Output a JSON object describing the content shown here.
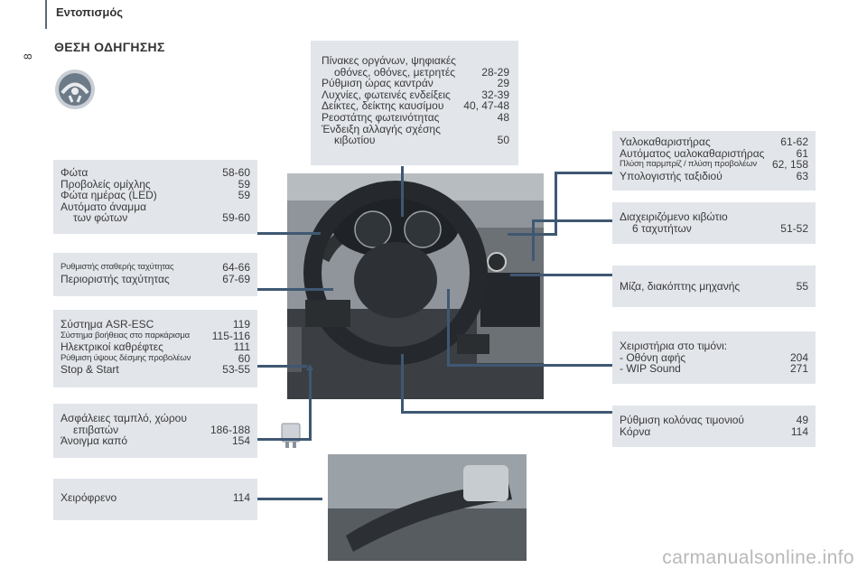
{
  "header": {
    "chapter": "Εντοπισμός",
    "page_number": "8"
  },
  "section_title": "ΘΕΣΗ ΟΔΗΓΗΣΗΣ",
  "boxes": {
    "instruments": {
      "rows": [
        {
          "label": "Πίνακες οργάνων, ψηφιακές",
          "page": ""
        },
        {
          "label": "οθόνες, οθόνες, μετρητές",
          "page": "28-29"
        },
        {
          "label": "Ρύθμιση ώρας καντράν",
          "page": "29"
        },
        {
          "label": "Λυχνίες, φωτεινές ενδείξεις",
          "page": "32-39"
        },
        {
          "label": "Δείκτες, δείκτης καυσίμου",
          "page": "40, 47-48"
        },
        {
          "label": "Ρεοστάτης φωτεινότητας",
          "page": "48"
        },
        {
          "label": "Ένδειξη αλλαγής σχέσης",
          "page": ""
        },
        {
          "label": "κιβωτίου",
          "page": "50"
        }
      ]
    },
    "lights": {
      "rows": [
        {
          "label": "Φώτα",
          "page": "58-60"
        },
        {
          "label": "Προβολείς ομίχλης",
          "page": "59"
        },
        {
          "label": "Φώτα ημέρας (LED)",
          "page": "59"
        },
        {
          "label": "Αυτόματο άναμμα",
          "page": ""
        },
        {
          "label": "των φώτων",
          "page": "59-60"
        }
      ]
    },
    "speed": {
      "rows": [
        {
          "label": "Ρυθμιστής σταθερής ταχύτητας",
          "page": "64-66"
        },
        {
          "label": "Περιοριστής ταχύτητας",
          "page": "67-69"
        }
      ]
    },
    "asr": {
      "rows": [
        {
          "label": "Σύστημα ASR-ESC",
          "page": "119"
        },
        {
          "label": "Σύστημα βοήθειας στο παρκάρισμα",
          "page": "115-116"
        },
        {
          "label": "Ηλεκτρικοί καθρέφτες",
          "page": "111"
        },
        {
          "label": "Ρύθμιση ύψους δέσμης προβολέων",
          "page": "60"
        },
        {
          "label": "Stop & Start",
          "page": "53-55"
        }
      ]
    },
    "fuses": {
      "rows": [
        {
          "label": "Ασφάλειες ταμπλό, χώρου",
          "page": ""
        },
        {
          "label": "επιβατών",
          "page": "186-188"
        },
        {
          "label": "Άνοιγμα καπό",
          "page": "154"
        }
      ]
    },
    "handbrake": {
      "rows": [
        {
          "label": "Χειρόφρενο",
          "page": "114"
        }
      ]
    },
    "wipers": {
      "rows": [
        {
          "label": "Υαλοκαθαριστήρας",
          "page": "61-62"
        },
        {
          "label": "Αυτόματος υαλοκαθαριστήρας",
          "page": "61"
        },
        {
          "label": "Πλύση παρμπρίζ / πλύση προβολέων",
          "page": "62, 158"
        },
        {
          "label": "Υπολογιστής ταξιδιού",
          "page": "63"
        }
      ]
    },
    "gearbox": {
      "rows": [
        {
          "label": "Διαχειριζόμενο κιβώτιο",
          "page": ""
        },
        {
          "label": "6 ταχυτήτων",
          "page": "51-52"
        }
      ]
    },
    "ignition": {
      "rows": [
        {
          "label": "Μίζα, διακόπτης μηχανής",
          "page": "55"
        }
      ]
    },
    "controls": {
      "rows": [
        {
          "label": "Χειριστήρια στο τιμόνι:",
          "page": ""
        },
        {
          "label": "-  Οθόνη αφής",
          "page": "204"
        },
        {
          "label": "-  WIP Sound",
          "page": "271"
        }
      ]
    },
    "column": {
      "rows": [
        {
          "label": "Ρύθμιση κολόνας τιμονιού",
          "page": "49"
        },
        {
          "label": "Κόρνα",
          "page": "114"
        }
      ]
    }
  },
  "watermark": "carmanualsonline.info"
}
